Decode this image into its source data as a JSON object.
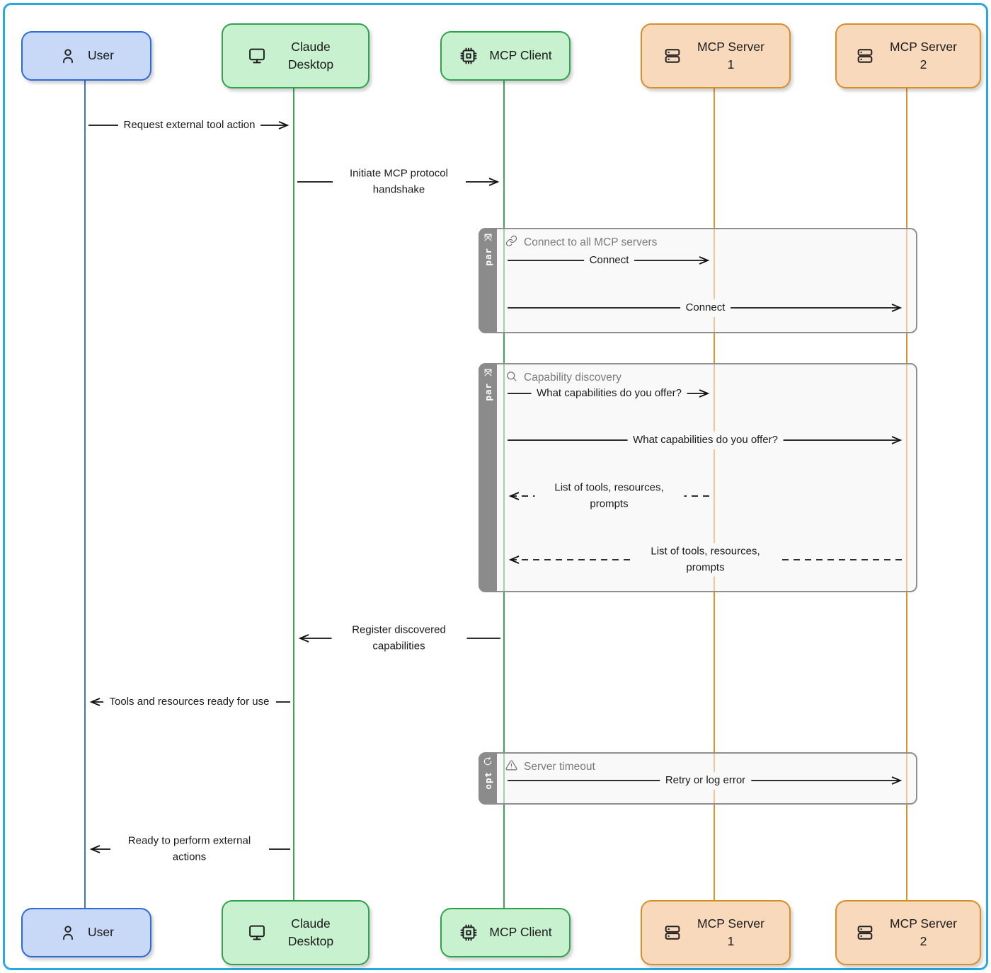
{
  "diagram_type": "sequence-diagram",
  "actors": [
    {
      "label": "User",
      "icon": "person-icon",
      "fill": "#c7d9f6",
      "border": "#2e6bd6"
    },
    {
      "label": "Claude Desktop",
      "icon": "monitor-icon",
      "fill": "#c8f2cf",
      "border": "#2fa34c"
    },
    {
      "label": "MCP Client",
      "icon": "chip-icon",
      "fill": "#c8f2cf",
      "border": "#2fa34c"
    },
    {
      "label": "MCP Server 1",
      "icon": "server-icon",
      "fill": "#f8d9bc",
      "border": "#d98e2b"
    },
    {
      "label": "MCP Server 2",
      "icon": "server-icon",
      "fill": "#f8d9bc",
      "border": "#d98e2b"
    }
  ],
  "blocks": [
    {
      "tag": "par",
      "title": "Connect to all MCP servers",
      "icon": "link-icon"
    },
    {
      "tag": "par",
      "title": "Capability discovery",
      "icon": "search-icon"
    },
    {
      "tag": "opt",
      "title": "Server timeout",
      "icon": "warning-icon"
    }
  ],
  "messages": [
    {
      "from": "User",
      "to": "Claude Desktop",
      "label": "Request external tool action",
      "style": "solid"
    },
    {
      "from": "Claude Desktop",
      "to": "MCP Client",
      "label": "Initiate MCP protocol handshake",
      "style": "solid"
    },
    {
      "from": "MCP Client",
      "to": "MCP Server 1",
      "label": "Connect",
      "style": "solid",
      "block": "par: Connect to all MCP servers"
    },
    {
      "from": "MCP Client",
      "to": "MCP Server 2",
      "label": "Connect",
      "style": "solid",
      "block": "par: Connect to all MCP servers"
    },
    {
      "from": "MCP Client",
      "to": "MCP Server 1",
      "label": "What capabilities do you offer?",
      "style": "solid",
      "block": "par: Capability discovery"
    },
    {
      "from": "MCP Client",
      "to": "MCP Server 2",
      "label": "What capabilities do you offer?",
      "style": "solid",
      "block": "par: Capability discovery"
    },
    {
      "from": "MCP Server 1",
      "to": "MCP Client",
      "label": "List of tools, resources, prompts",
      "style": "dashed",
      "block": "par: Capability discovery"
    },
    {
      "from": "MCP Server 2",
      "to": "MCP Client",
      "label": "List of tools, resources, prompts",
      "style": "dashed",
      "block": "par: Capability discovery"
    },
    {
      "from": "MCP Client",
      "to": "Claude Desktop",
      "label": "Register discovered capabilities",
      "style": "solid"
    },
    {
      "from": "Claude Desktop",
      "to": "User",
      "label": "Tools and resources ready for use",
      "style": "solid"
    },
    {
      "from": "MCP Client",
      "to": "MCP Server 2",
      "label": "Retry or log error",
      "style": "solid",
      "block": "opt: Server timeout"
    },
    {
      "from": "Claude Desktop",
      "to": "User",
      "label": "Ready to perform external actions",
      "style": "solid"
    }
  ],
  "colors": {
    "frame_border": "#29a9e2",
    "user_fill": "#c7d9f6",
    "user_border": "#2e6bd6",
    "green_fill": "#c8f2cf",
    "green_border": "#2fa34c",
    "orange_fill": "#f8d9bc",
    "orange_border": "#d98e2b",
    "block_tab": "#8b8b8b",
    "block_border": "#8f8f8f",
    "block_header_text": "#7a7a7a",
    "lifeline_blue": "#3b74d1",
    "lifeline_green": "#3aa755",
    "lifeline_orange": "#df912e"
  }
}
